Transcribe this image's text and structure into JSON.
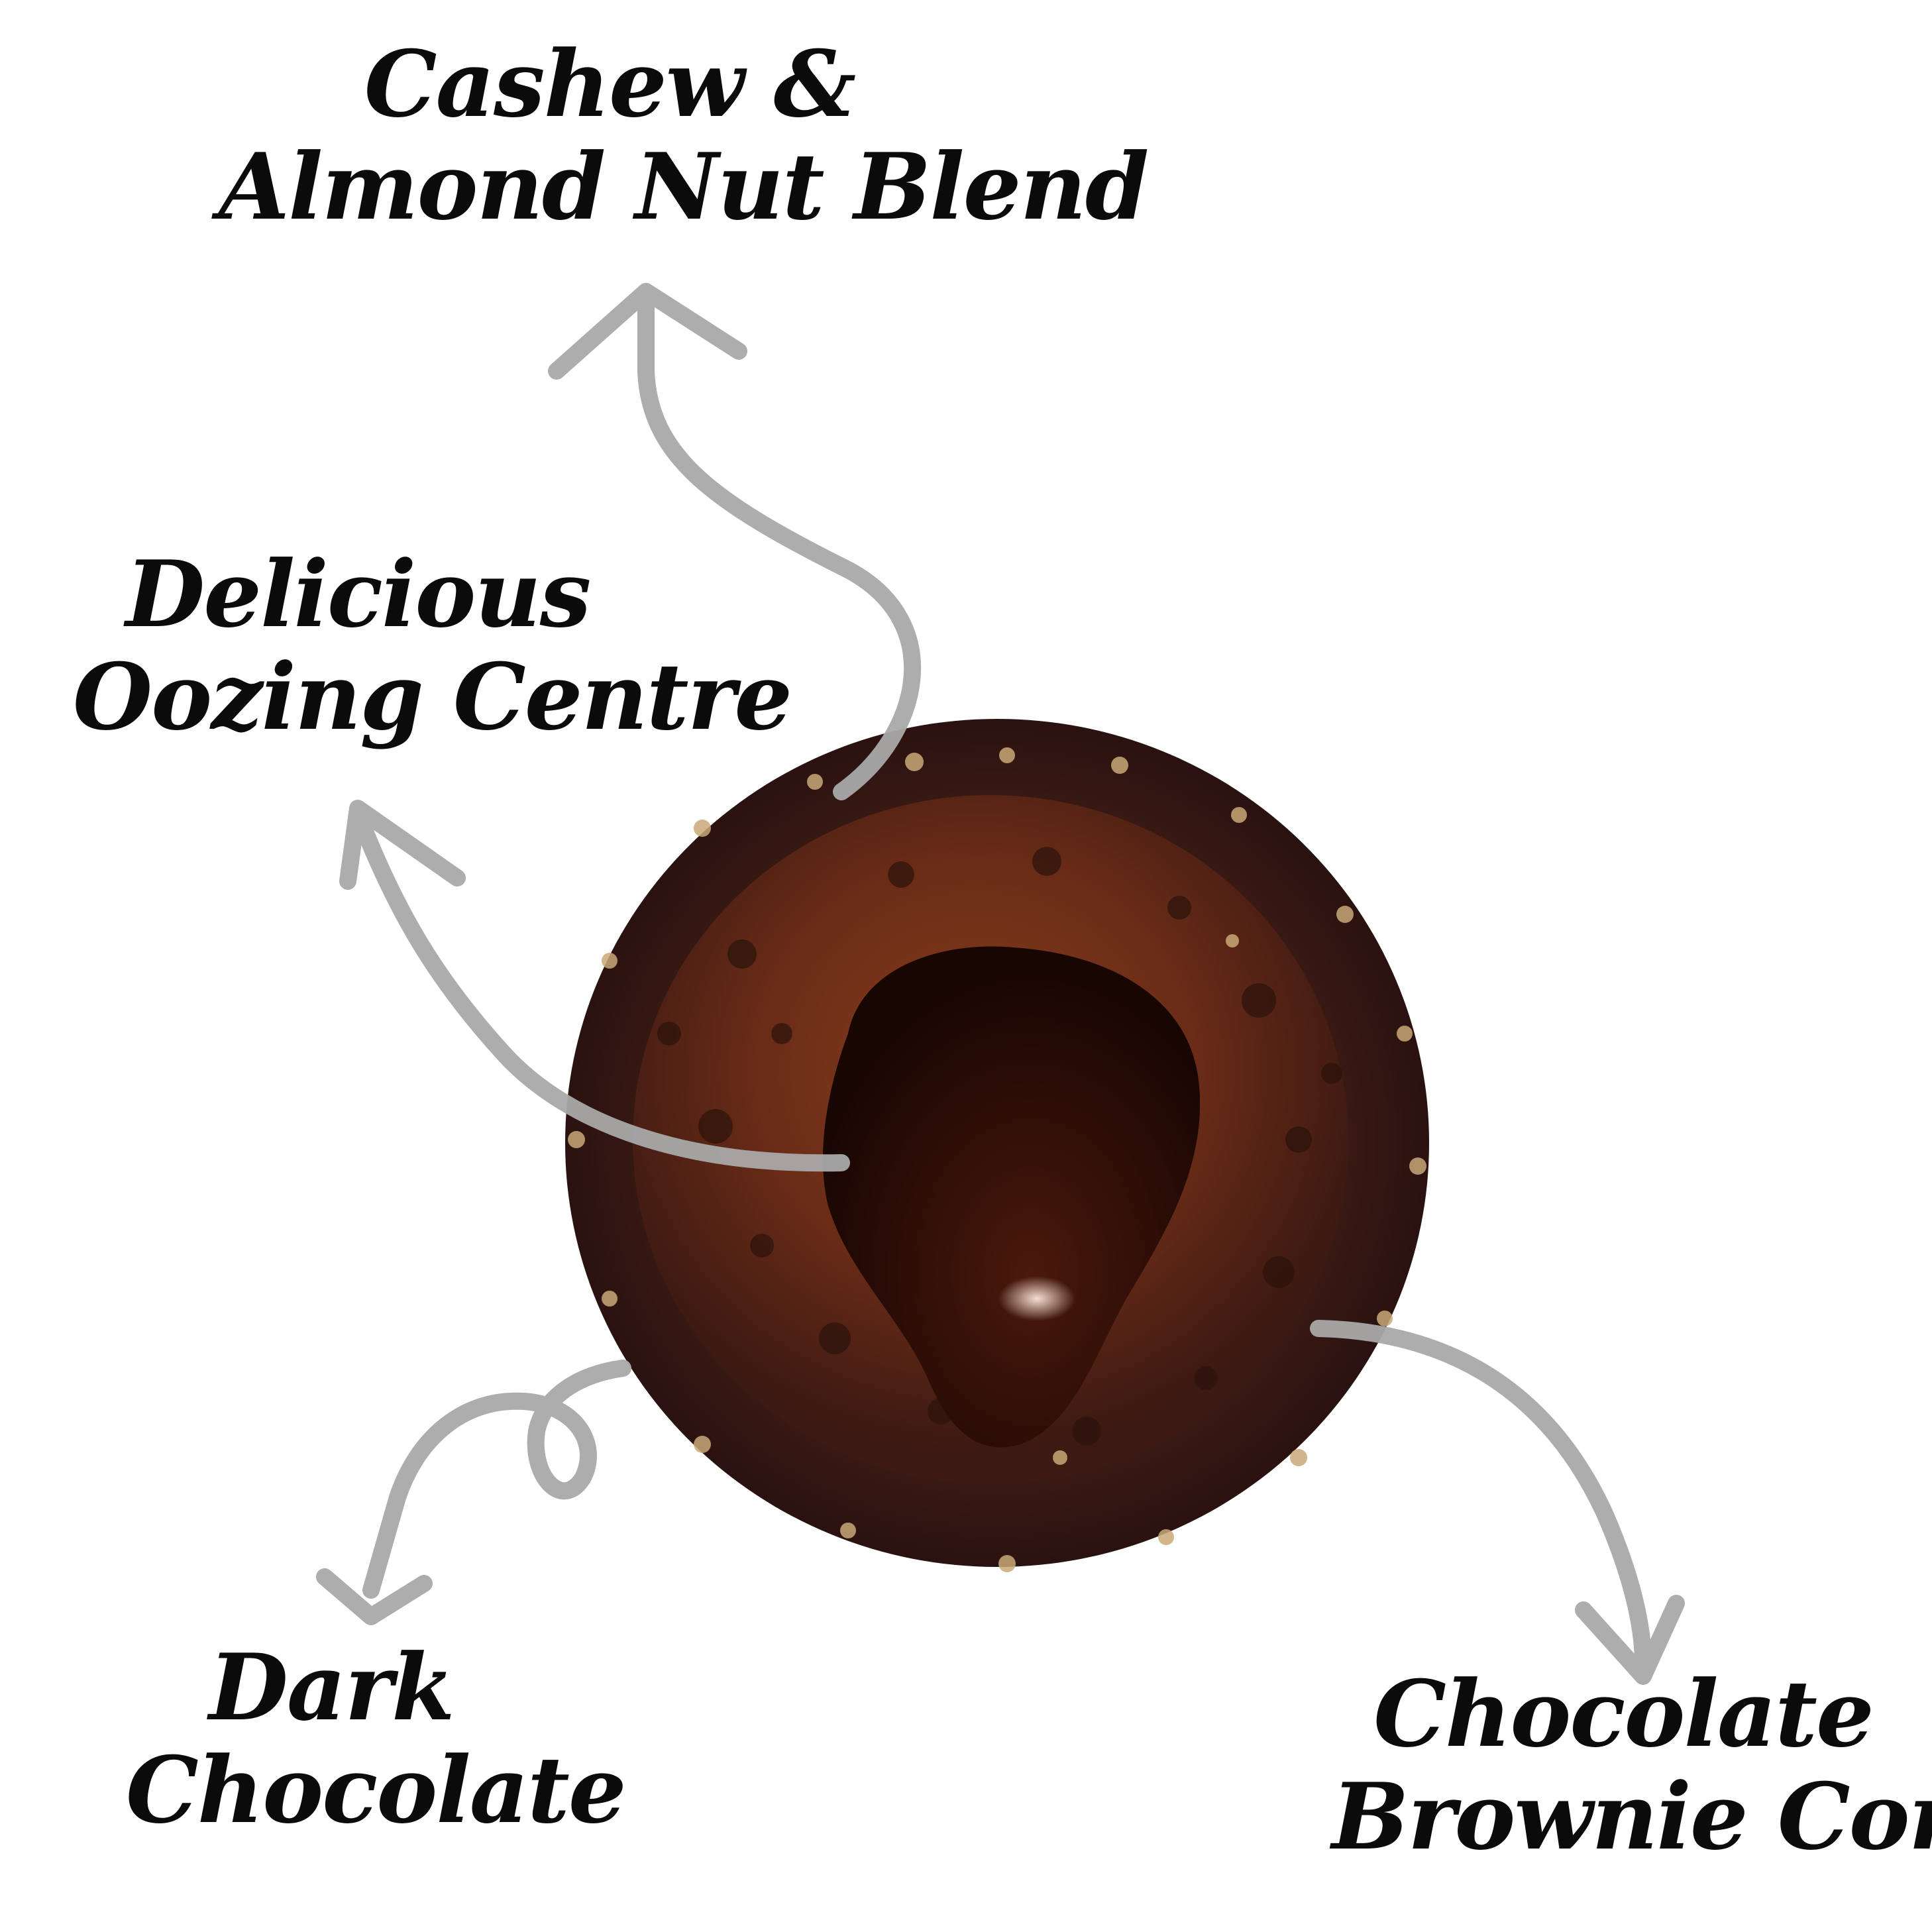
{
  "labels": {
    "nut_blend": {
      "line1": "Cashew &",
      "line2": "Almond Nut Blend"
    },
    "oozing_centre": {
      "line1": "Delicious",
      "line2": "Oozing Centre"
    },
    "dark_chocolate": {
      "line1": "Dark",
      "line2": "Chocolate"
    },
    "brownie_core": {
      "line1": "Chocolate",
      "line2": "Brownie Core"
    }
  },
  "colors": {
    "background": "#ffffff",
    "text": "#0b0b0b",
    "arrow": "#a9a9a9",
    "brownie_outer": "#3a1a14",
    "brownie_inner": "#6b3019",
    "chocolate_centre": "#2a0c06",
    "nut_flecks": "#c9a878"
  }
}
